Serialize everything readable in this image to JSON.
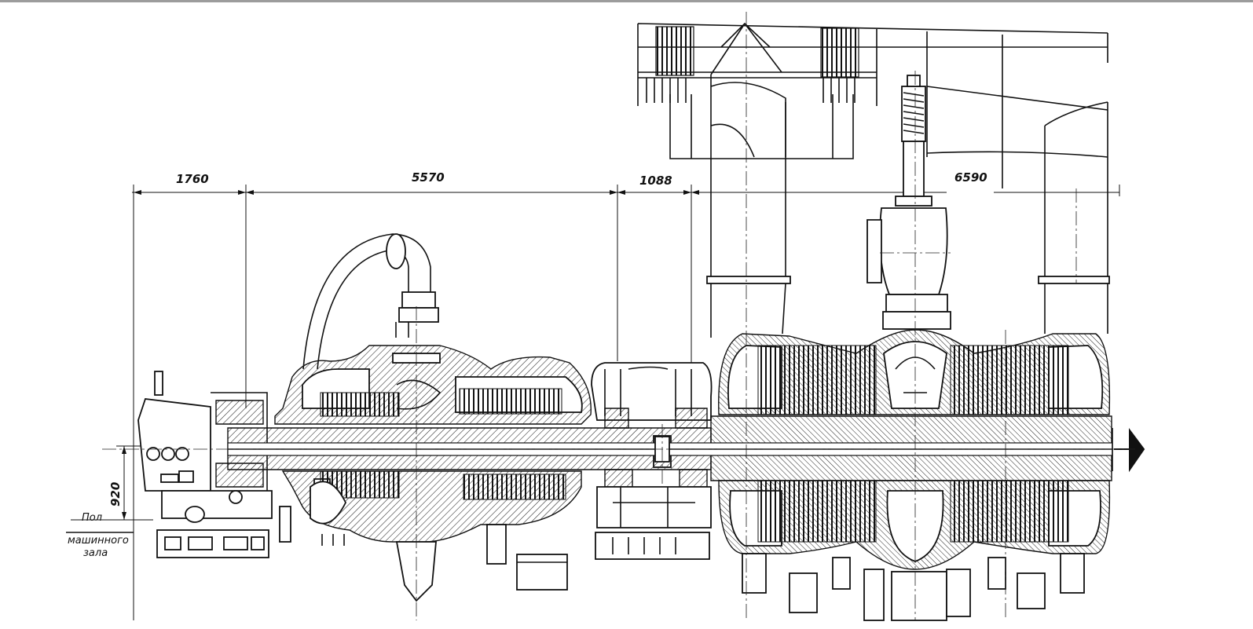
{
  "drawing": {
    "dimensions": [
      "1760",
      "5570",
      "1088",
      "6590"
    ],
    "shaft_height": "920",
    "floor_label_line1": "Пол",
    "floor_label_line2": "машинного",
    "floor_label_line3": "зала"
  },
  "colors": {
    "ink": "#111111",
    "paper": "#ffffff",
    "frame": "#9c9c9c"
  }
}
